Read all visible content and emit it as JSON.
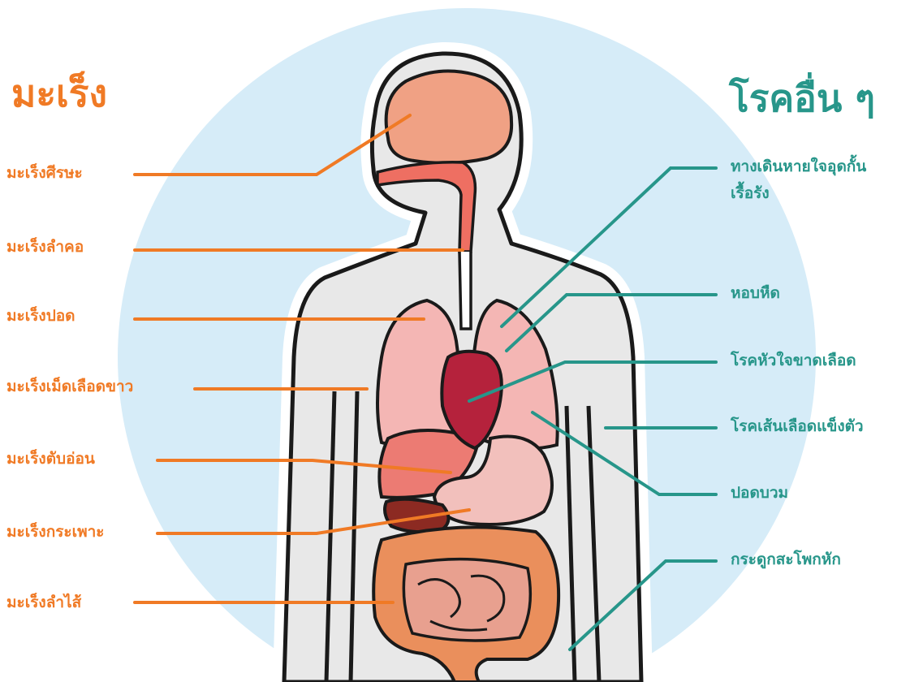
{
  "colors": {
    "cancer_accent": "#f07a25",
    "other_accent": "#27968a",
    "circle_background": "#d6ecf8",
    "body_fill": "#e8e8e8",
    "outline": "#1a1a1a"
  },
  "headings": {
    "cancer": "มะเร็ง",
    "other": "โรคอื่น ๆ"
  },
  "cancer_labels": [
    "มะเร็งศีรษะ",
    "มะเร็งลำคอ",
    "มะเร็งปอด",
    "มะเร็งเม็ดเลือดขาว",
    "มะเร็งตับอ่อน",
    "มะเร็งกระเพาะ",
    "มะเร็งลำไส้"
  ],
  "other_labels": [
    "ทางเดินหายใจอุดกั้น",
    "เรื้อรัง",
    "หอบหืด",
    "โรคหัวใจขาดเลือด",
    "โรคเส้นเลือดแข็งตัว",
    "ปอดบวม",
    "กระดูกสะโพกหัก"
  ]
}
